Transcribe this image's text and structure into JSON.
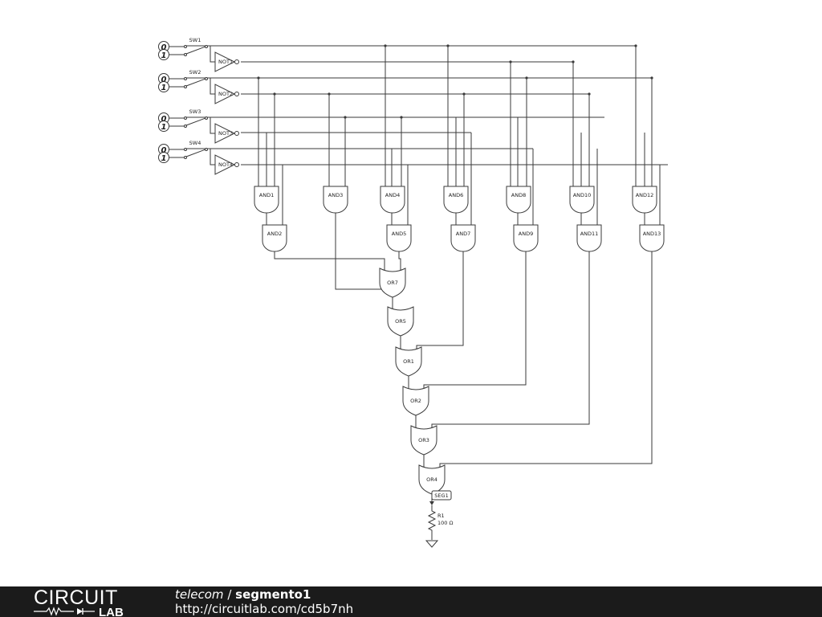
{
  "circuit": {
    "switches": [
      {
        "label": "SW1",
        "on": "0",
        "off": "1"
      },
      {
        "label": "SW2",
        "on": "0",
        "off": "1"
      },
      {
        "label": "SW3",
        "on": "0",
        "off": "1"
      },
      {
        "label": "SW4",
        "on": "0",
        "off": "1"
      }
    ],
    "not_gates": [
      "NOT1",
      "NOT2",
      "NOT3",
      "NOT4"
    ],
    "and_gates_row1": [
      "AND1",
      "AND3",
      "AND4",
      "AND6",
      "AND8",
      "AND10",
      "AND12"
    ],
    "and_gates_row2": [
      "AND2",
      "AND5",
      "AND7",
      "AND9",
      "AND11",
      "AND13"
    ],
    "or_gates": [
      "OR7",
      "OR5",
      "OR1",
      "OR2",
      "OR3",
      "OR4"
    ],
    "segment": "SEG1",
    "resistor": {
      "label": "R1",
      "value": "100 Ω"
    },
    "colors": {
      "wire": "#3a3a3a",
      "background": "#ffffff"
    }
  },
  "footer": {
    "logo_top": "CIRCUIT",
    "logo_bottom": "LAB",
    "user": "telecom",
    "separator": " / ",
    "circuit_name": "segmento1",
    "url": "http://circuitlab.com/cd5b7nh",
    "background": "#1b1b1b"
  }
}
